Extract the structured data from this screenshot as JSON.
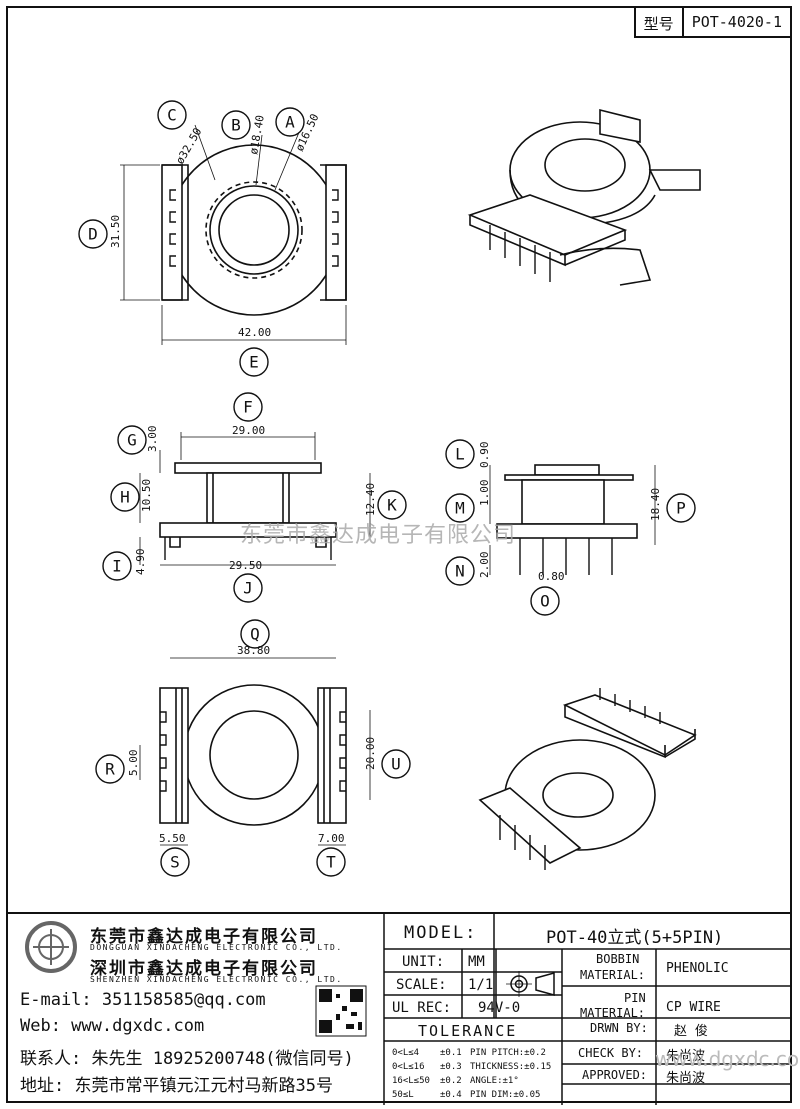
{
  "header": {
    "type_label": "型号",
    "model_code": "POT-4020-1"
  },
  "balloons": {
    "A": "A",
    "B": "B",
    "C": "C",
    "D": "D",
    "E": "E",
    "F": "F",
    "G": "G",
    "H": "H",
    "I": "I",
    "J": "J",
    "K": "K",
    "L": "L",
    "M": "M",
    "N": "N",
    "O": "O",
    "P": "P",
    "Q": "Q",
    "R": "R",
    "S": "S",
    "T": "T",
    "U": "U"
  },
  "dims": {
    "A": "ø16.50",
    "B": "ø18.40",
    "C": "ø32.50",
    "D": "31.50",
    "E": "42.00",
    "F": "29.00",
    "G": "3.00",
    "H": "10.50",
    "I": "4.90",
    "J": "29.50",
    "K": "12.40",
    "L": "0.90",
    "M": "1.00",
    "N": "2.00",
    "O": "0.80",
    "P": "18.40",
    "Q": "38.80",
    "R": "5.00",
    "S": "5.50",
    "T": "7.00",
    "U": "20.00"
  },
  "watermark": "东莞市鑫达成电子有限公司",
  "company": {
    "name_cn_1": "东莞市鑫达成电子有限公司",
    "name_en_1": "DONGGUAN XINDACHENG ELECTRONIC CO., LTD.",
    "name_cn_2": "深圳市鑫达成电子有限公司",
    "name_en_2": "SHENZHEN XINDACHENG ELECTRONIC CO., LTD.",
    "email": "E-mail: 351158585@qq.com",
    "web": "Web: www.dgxdc.com",
    "contact": "联系人: 朱先生 18925200748(微信同号)",
    "address": "地址: 东莞市常平镇元江元村马新路35号"
  },
  "title_block": {
    "model_label": "MODEL:",
    "model_value": "POT-40立式(5+5PIN)",
    "unit_label": "UNIT:",
    "unit_value": "MM",
    "scale_label": "SCALE:",
    "scale_value": "1/1",
    "ul_label": "UL REC:",
    "ul_value": "94V-0",
    "tolerance_label": "TOLERANCE",
    "tol": [
      [
        "0<L≤4",
        "±0.1",
        "PIN PITCH:±0.2"
      ],
      [
        "0<L≤16",
        "±0.3",
        "THICKNESS:±0.15"
      ],
      [
        "16<L≤50",
        "±0.2",
        "ANGLE:±1°"
      ],
      [
        "50≤L",
        "±0.4",
        "PIN DIM:±0.05"
      ]
    ],
    "bobbin_label_1": "BOBBIN",
    "bobbin_label_2": "MATERIAL:",
    "bobbin_value": "PHENOLIC",
    "pin_label_1": "PIN",
    "pin_label_2": "MATERIAL:",
    "pin_value": "CP WIRE",
    "drwn_label": "DRWN BY:",
    "drwn_value": "赵 俊",
    "check_label": "CHECK BY:",
    "check_value": "朱尚波",
    "approved_label": "APPROVED:",
    "approved_value": "朱尚波",
    "watermark2": "www.dgxdc.com"
  }
}
